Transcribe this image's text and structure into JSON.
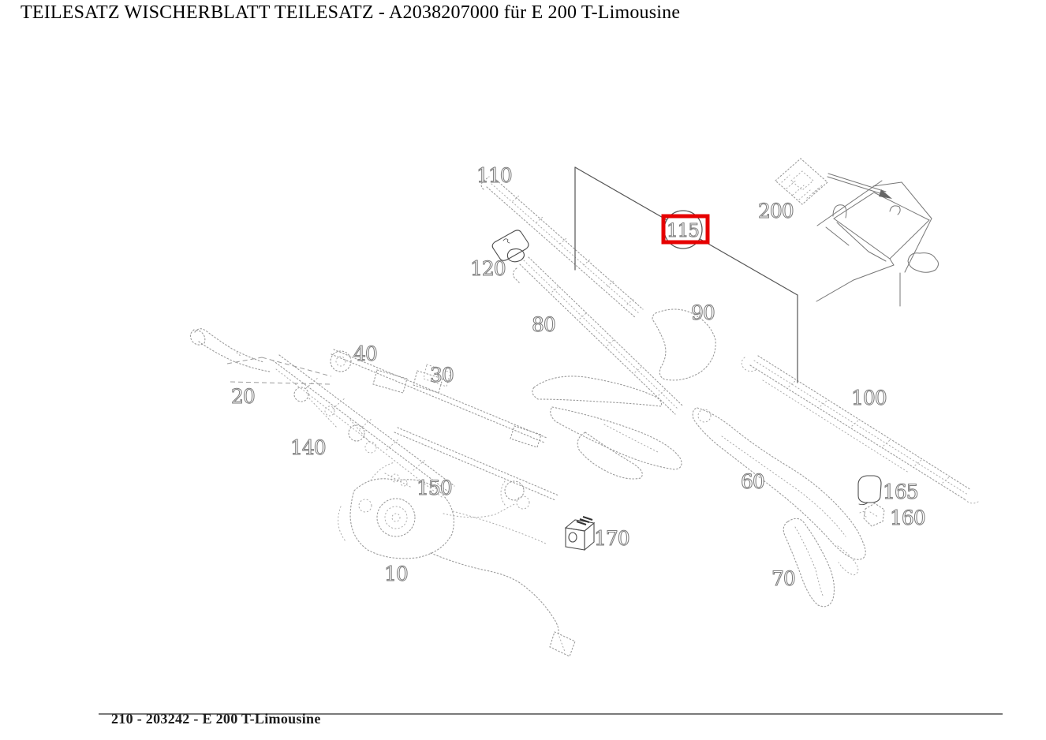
{
  "page": {
    "title": "TEILESATZ WISCHERBLATT TEILESATZ - A2038207000 für E 200 T-Limousine",
    "footer": "210 - 203242 - E 200 T-Limousine"
  },
  "diagram": {
    "highlight": {
      "part": "115",
      "box_color": "#e60000"
    },
    "callouts": {
      "p10": "10",
      "p20": "20",
      "p30": "30",
      "p40": "40",
      "p60": "60",
      "p70": "70",
      "p80": "80",
      "p90": "90",
      "p100": "100",
      "p110": "110",
      "p115": "115",
      "p120": "120",
      "p140": "140",
      "p150": "150",
      "p160": "160",
      "p165": "165",
      "p170": "170",
      "p200": "200"
    }
  }
}
